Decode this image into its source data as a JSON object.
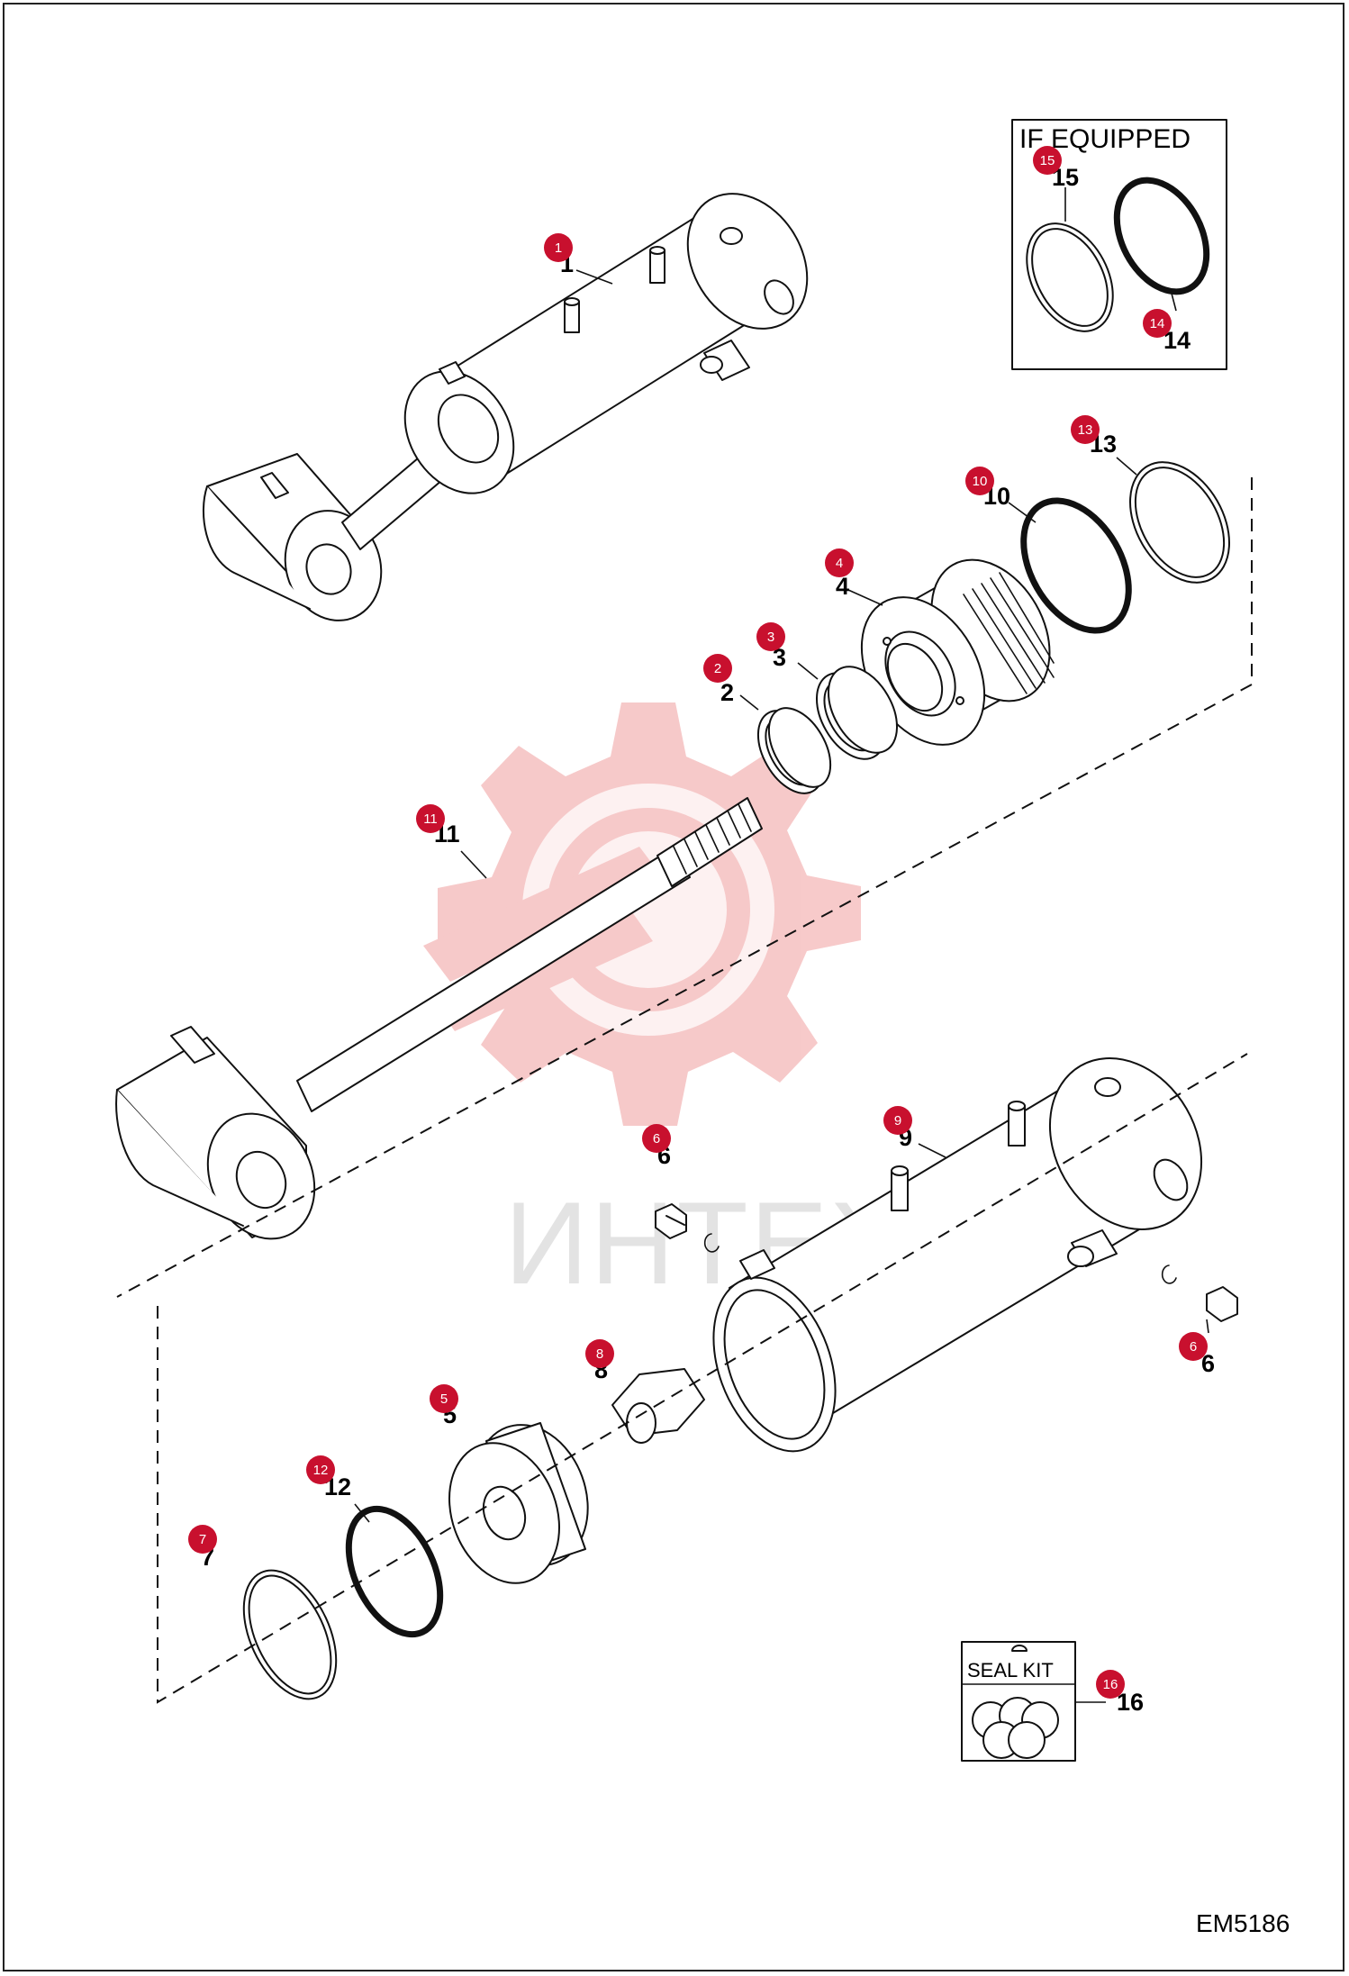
{
  "box": {
    "label": "IF EQUIPPED"
  },
  "seal_kit": {
    "label": "SEAL KIT"
  },
  "watermark": {
    "text": "ИНТЕХ"
  },
  "drawing_code": "EM5186",
  "callouts": [
    {
      "id": "c1",
      "num": "1",
      "badge": "1"
    },
    {
      "id": "c2",
      "num": "2",
      "badge": "2"
    },
    {
      "id": "c3",
      "num": "3",
      "badge": "3"
    },
    {
      "id": "c4",
      "num": "4",
      "badge": "4"
    },
    {
      "id": "c5",
      "num": "5",
      "badge": "5"
    },
    {
      "id": "c6a",
      "num": "6",
      "badge": "6"
    },
    {
      "id": "c6b",
      "num": "6",
      "badge": "6"
    },
    {
      "id": "c7",
      "num": "7",
      "badge": "7"
    },
    {
      "id": "c8",
      "num": "8",
      "badge": "8"
    },
    {
      "id": "c9",
      "num": "9",
      "badge": "9"
    },
    {
      "id": "c10",
      "num": "10",
      "badge": "10"
    },
    {
      "id": "c11",
      "num": "11",
      "badge": "11"
    },
    {
      "id": "c12",
      "num": "12",
      "badge": "12"
    },
    {
      "id": "c13",
      "num": "13",
      "badge": "13"
    },
    {
      "id": "c14",
      "num": "14",
      "badge": "14"
    },
    {
      "id": "c15",
      "num": "15",
      "badge": "15"
    },
    {
      "id": "c16",
      "num": "16",
      "badge": "16"
    }
  ],
  "colors": {
    "badge": "#c8102e",
    "watermark_gear": "#f6c4c4",
    "watermark_text": "#e3e3e3"
  }
}
